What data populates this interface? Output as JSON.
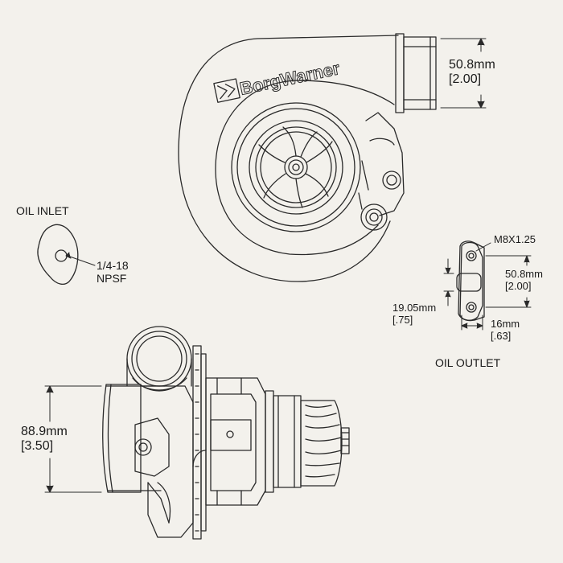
{
  "brand": {
    "logo_text": "BorgWarner"
  },
  "compressor_outlet": {
    "metric": "50.8mm",
    "imperial": "[2.00]"
  },
  "oil_inlet": {
    "title": "OIL INLET",
    "thread_line1": "1/4-18",
    "thread_line2": "NPSF"
  },
  "oil_outlet": {
    "title": "OIL OUTLET",
    "bolt": "M8X1.25",
    "bolt_spacing_metric": "50.8mm",
    "bolt_spacing_imperial": "[2.00]",
    "port_height_metric": "19.05mm",
    "port_height_imperial": "[.75]",
    "port_width_metric": "16mm",
    "port_width_imperial": "[.63]"
  },
  "compressor_inlet": {
    "metric": "88.9mm",
    "imperial": "[3.50]"
  },
  "colors": {
    "line": "#2a2a2a",
    "background": "#f3f1ec"
  }
}
